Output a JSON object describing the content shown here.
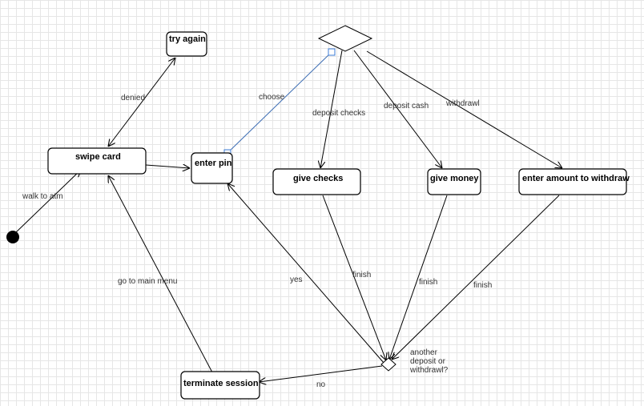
{
  "diagram": {
    "states": {
      "swipe_card": "swipe card",
      "try_again": "try again",
      "enter_pin": "enter pin",
      "give_checks": "give checks",
      "give_money": "give money",
      "enter_amount": "enter amount to withdraw",
      "terminate_session": "terminate session"
    },
    "transitions": {
      "walk_to_atm": "walk to atm",
      "denied": "denied",
      "choose": "choose",
      "deposit_checks": "deposit checks",
      "deposit_cash": "deposit cash",
      "withdrawl": "withdrawl",
      "finish_checks": "finish",
      "finish_money": "finish",
      "finish_withdraw": "finish",
      "yes": "yes",
      "go_to_main_menu": "go to main menu",
      "no": "no"
    },
    "decision_label": [
      "another",
      "deposit or",
      "withdrawl?"
    ]
  }
}
